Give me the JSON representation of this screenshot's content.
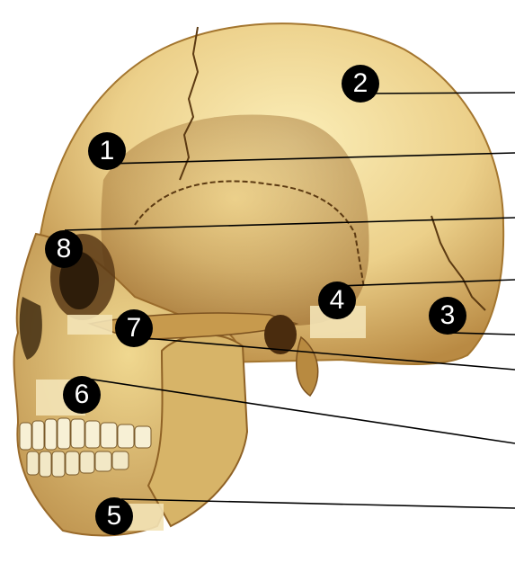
{
  "colors": {
    "bone_light": "#f1dc9c",
    "bone_mid": "#d9b466",
    "bone_dark": "#9c6a2c",
    "marker_fill": "#000000",
    "marker_text": "#ffffff",
    "leader_line": "#000000"
  },
  "markers": [
    {
      "id": "1",
      "label": "1"
    },
    {
      "id": "2",
      "label": "2"
    },
    {
      "id": "3",
      "label": "3"
    },
    {
      "id": "4",
      "label": "4"
    },
    {
      "id": "5",
      "label": "5"
    },
    {
      "id": "6",
      "label": "6"
    },
    {
      "id": "7",
      "label": "7"
    },
    {
      "id": "8",
      "label": "8"
    }
  ]
}
